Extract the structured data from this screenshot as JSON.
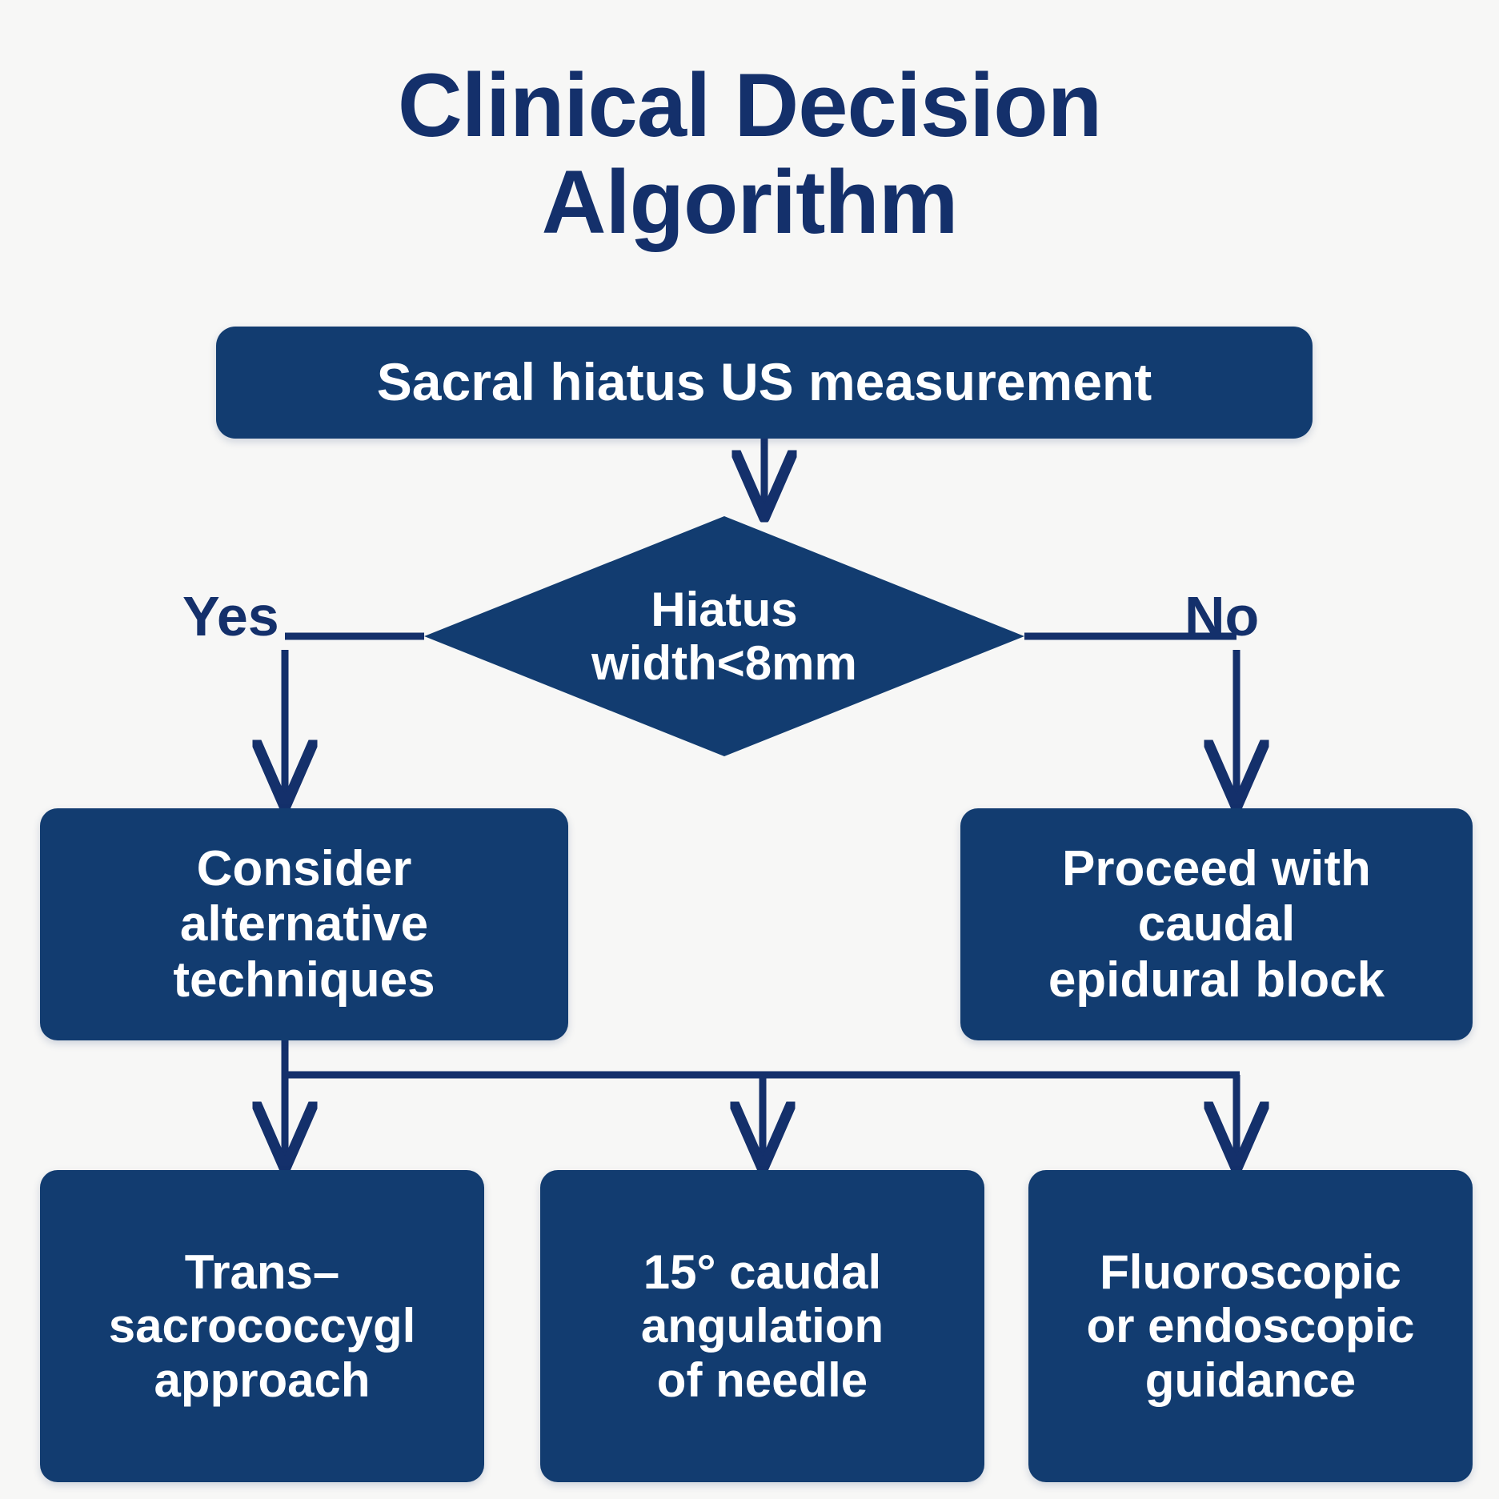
{
  "title": "Clinical Decision\nAlgorithm",
  "colors": {
    "background": "#f7f7f6",
    "node_fill": "#123c70",
    "node_text": "#ffffff",
    "title_text": "#14306b",
    "connector": "#14306b"
  },
  "chart_data": {
    "type": "diagram",
    "title": "Clinical Decision Algorithm",
    "nodes": [
      {
        "id": "start",
        "shape": "rounded-rect",
        "label": "Sacral hiatus US measurement"
      },
      {
        "id": "decision",
        "shape": "diamond",
        "label": "Hiatus\nwidth<8mm"
      },
      {
        "id": "consider",
        "shape": "rounded-rect",
        "label": "Consider\nalternative\ntechniques"
      },
      {
        "id": "proceed",
        "shape": "rounded-rect",
        "label": "Proceed with\ncaudal\nepidural block"
      },
      {
        "id": "leaf1",
        "shape": "rounded-rect",
        "label": "Trans–\nsacrococcygl\napproach"
      },
      {
        "id": "leaf2",
        "shape": "rounded-rect",
        "label": "15° caudal\nangulation\nof needle"
      },
      {
        "id": "leaf3",
        "shape": "rounded-rect",
        "label": "Fluoroscopic\nor endoscopic\nguidance"
      }
    ],
    "edges": [
      {
        "from": "start",
        "to": "decision",
        "label": ""
      },
      {
        "from": "decision",
        "to": "consider",
        "label": "Yes"
      },
      {
        "from": "decision",
        "to": "proceed",
        "label": "No"
      },
      {
        "from": "consider",
        "to": "leaf1",
        "label": ""
      },
      {
        "from": "consider",
        "to": "leaf2",
        "label": ""
      },
      {
        "from": "consider",
        "to": "leaf3",
        "label": ""
      }
    ]
  },
  "nodes": {
    "start": "Sacral hiatus US measurement",
    "decision": "Hiatus\nwidth<8mm",
    "consider": "Consider\nalternative\ntechniques",
    "proceed": "Proceed with\ncaudal\nepidural block",
    "leaf1": "Trans–\nsacrococcygl\napproach",
    "leaf2": "15° caudal\nangulation\nof needle",
    "leaf3": "Fluoroscopic\nor endoscopic\nguidance"
  },
  "branches": {
    "yes": "Yes",
    "no": "No"
  }
}
